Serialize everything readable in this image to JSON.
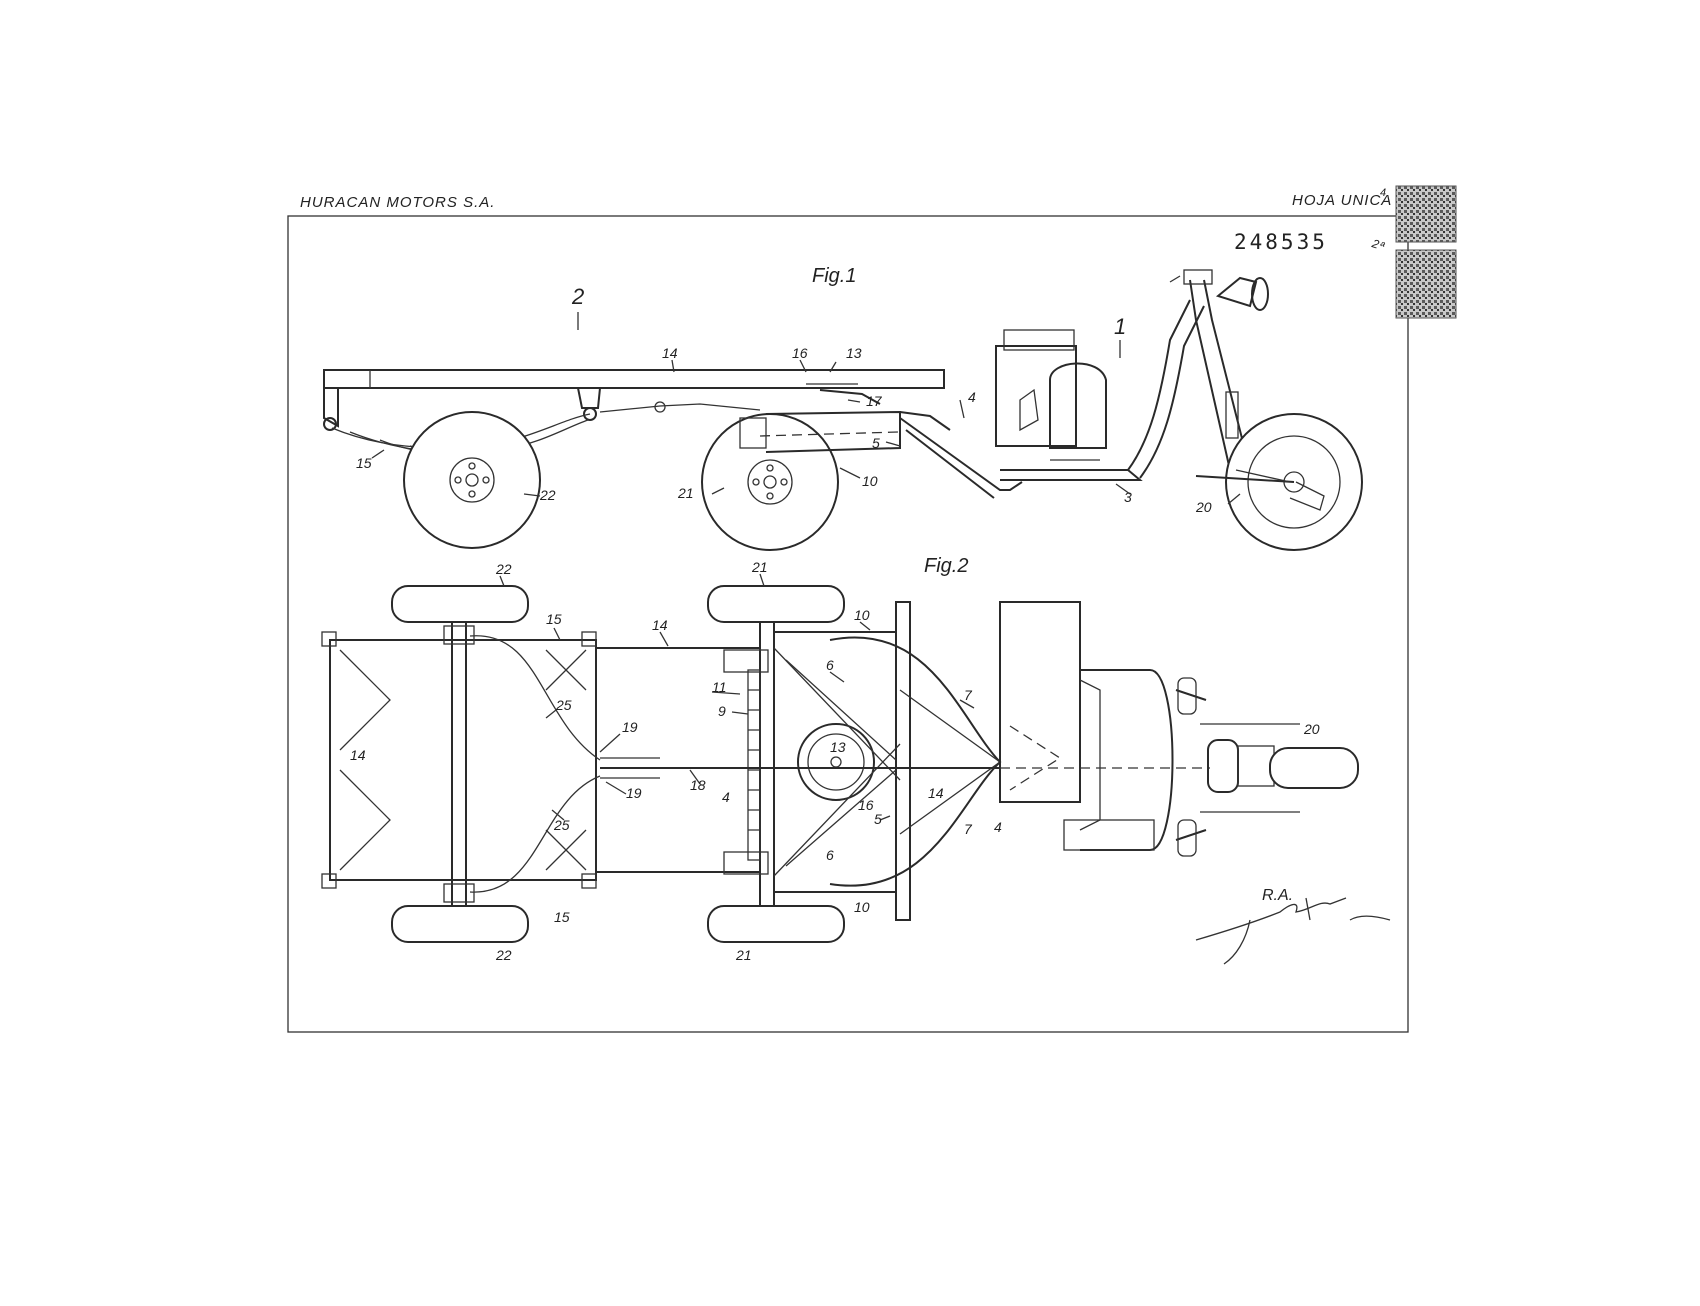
{
  "header": {
    "company": "HURACAN MOTORS S.A.",
    "sheet": "HOJA UNICA",
    "sheet_superscript": "4",
    "sheet_note": "2ª",
    "patent_number": "248535"
  },
  "figures": {
    "fig1": "Fig.1",
    "fig2": "Fig.2"
  },
  "labels_fig1": [
    "2",
    "1",
    "14",
    "16",
    "13",
    "17",
    "4",
    "5",
    "10",
    "15",
    "22",
    "21",
    "3",
    "20"
  ],
  "labels_fig2": [
    "22",
    "21",
    "15",
    "14",
    "10",
    "6",
    "11",
    "9",
    "25",
    "19",
    "19",
    "13",
    "7",
    "14",
    "18",
    "4",
    "16",
    "5",
    "14",
    "4",
    "25",
    "7",
    "20",
    "6",
    "10",
    "15",
    "22",
    "21"
  ],
  "signature": {
    "text": "R.A."
  },
  "colors": {
    "ink": "#2a2a2a",
    "paper": "#ffffff",
    "stamp": "#444444"
  }
}
